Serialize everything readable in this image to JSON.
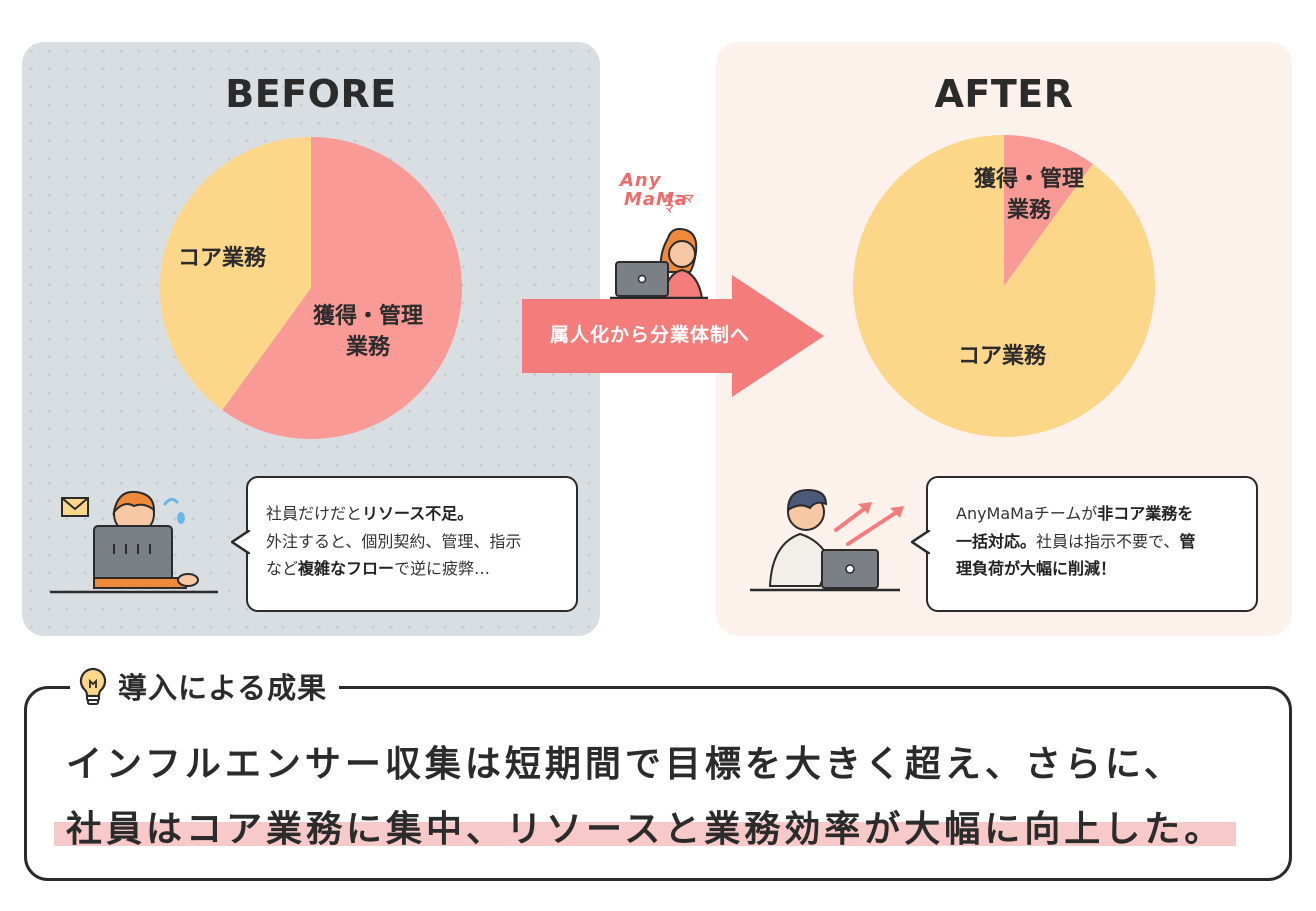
{
  "before": {
    "title": "BEFORE",
    "pie": [
      {
        "label": "獲得・管理\n業務",
        "value": 60,
        "color": "#f99a97"
      },
      {
        "label": "コア業務",
        "value": 40,
        "color": "#fcd689"
      }
    ],
    "bubble": {
      "line1_plain": "社員だけだと",
      "line1_bold": "リソース不足。",
      "line2": "外注すると、個別契約、管理、指示",
      "line3_pre": "など",
      "line3_bold": "複雑なフロー",
      "line3_post": "で逆に疲弊…"
    }
  },
  "after": {
    "title": "AFTER",
    "pie": [
      {
        "label": "獲得・管理\n業務",
        "value": 10,
        "color": "#f99a97"
      },
      {
        "label": "コア業務",
        "value": 90,
        "color": "#fcd689"
      }
    ],
    "bubble": {
      "line1_plain": "AnyMaMaチームが",
      "line1_bold": "非コア業務を",
      "line2_bold": "一括対応。",
      "line2_plain": "社員は指示不要で、",
      "line2_bold2": "管",
      "line3_bold": "理負荷が大幅に削減！"
    }
  },
  "arrow": {
    "label": "属人化から分業体制へ",
    "color": "#f47c7a"
  },
  "logo": {
    "line1": "Any",
    "line2": "MaMa",
    "kana": "エニママ"
  },
  "result": {
    "heading": "導入による成果",
    "line1": "インフルエンサー収集は短期間で目標を大きく超え、さらに、",
    "line2": "社員はコア業務に集中、リソースと業務効率が大幅に向上した。"
  }
}
